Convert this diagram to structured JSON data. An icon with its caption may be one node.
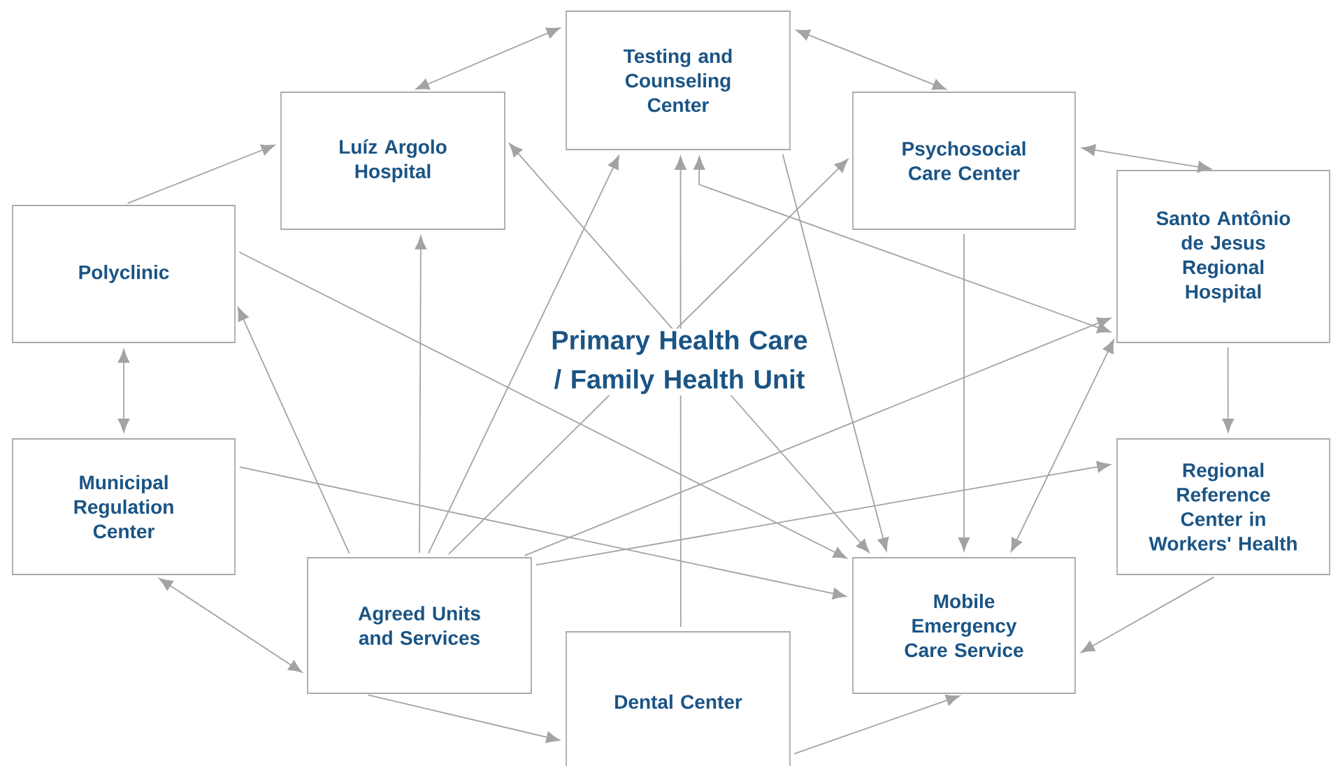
{
  "diagram": {
    "nodes": [
      {
        "text": [
          "Testing and Counseling Center"
        ]
      },
      {
        "text": [
          "Luíz Argolo Hospital"
        ]
      },
      {
        "text": [
          "Psychosocial Care Center"
        ]
      },
      {
        "text": [
          "Polyclinic"
        ]
      },
      {
        "text": [
          "Santo Antônio de Jesus Regional Hospital"
        ]
      },
      {
        "text": [
          "Municipal Regulation Center"
        ]
      },
      {
        "text": [
          "Regional Reference Center in Workers' Health"
        ]
      },
      {
        "text": [
          "Agreed Units and Services"
        ]
      },
      {
        "text": [
          "Mobile Emergency Care Service"
        ]
      },
      {
        "text": [
          "Dental Center"
        ]
      }
    ],
    "edges": [
      {
        "from": 0,
        "to": 1,
        "arrow": "both"
      },
      {
        "from": 0,
        "to": 2,
        "arrow": "both"
      },
      {
        "from": 3,
        "to": 1,
        "arrow": "to"
      },
      {
        "from": 2,
        "to": 4,
        "arrow": "both"
      },
      {
        "from": 1,
        "to": 8,
        "arrow": "both"
      },
      {
        "from": 0,
        "to": 8,
        "arrow": "to"
      },
      {
        "from": 3,
        "to": 8,
        "arrow": "to"
      },
      {
        "from": 5,
        "to": 8,
        "arrow": "to"
      },
      {
        "from": 2,
        "to": 8,
        "arrow": "to"
      },
      {
        "from": 4,
        "to": 8,
        "arrow": "both"
      },
      {
        "from": 6,
        "to": 8,
        "arrow": "to"
      },
      {
        "from": 9,
        "to": 8,
        "arrow": "to"
      },
      {
        "from": 4,
        "to": 6,
        "arrow": "to"
      },
      {
        "from": 3,
        "to": 5,
        "arrow": "both"
      },
      {
        "from": 5,
        "to": 7,
        "arrow": "both"
      },
      {
        "from": 7,
        "to": 9,
        "arrow": "to"
      },
      {
        "from": 7,
        "to": 3,
        "arrow": "to"
      },
      {
        "from": 7,
        "to": 1,
        "arrow": "to"
      },
      {
        "from": 7,
        "to": 0,
        "arrow": "to"
      },
      {
        "from": 7,
        "to": 2,
        "arrow": "to"
      },
      {
        "from": 7,
        "to": 4,
        "arrow": "to"
      },
      {
        "from": 7,
        "to": 6,
        "arrow": "to"
      },
      {
        "from": 9,
        "to": 0,
        "arrow": "to"
      },
      {
        "from": 0,
        "to": 4,
        "arrow": "both"
      }
    ],
    "labels": [
      "Primary Health Care / Family Health Unit"
    ]
  }
}
